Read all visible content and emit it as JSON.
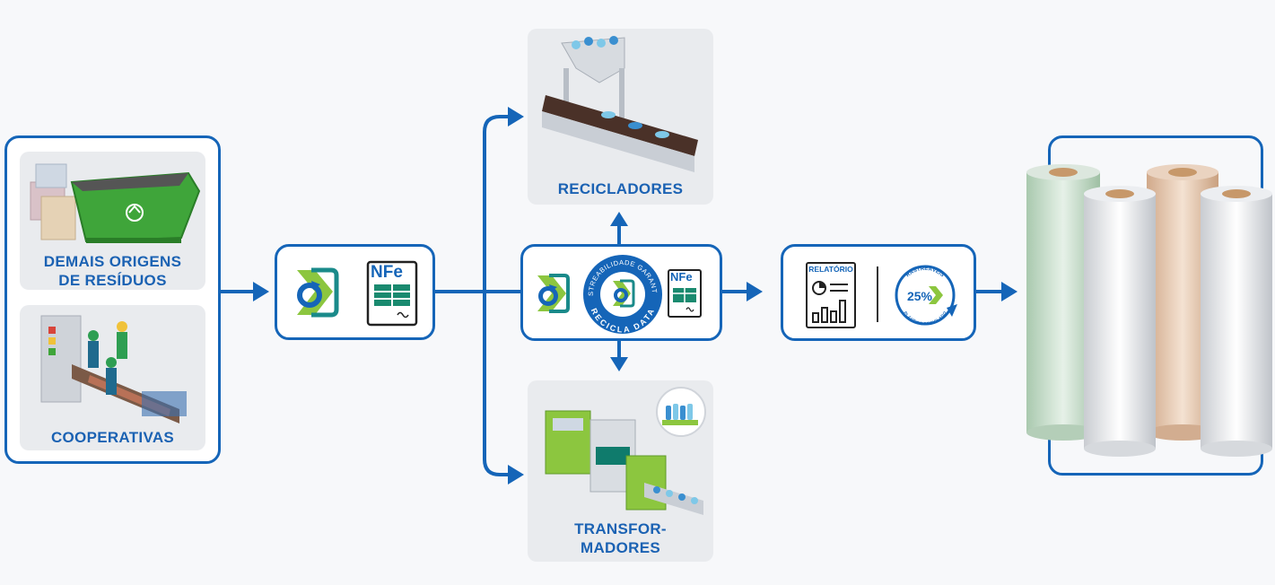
{
  "sources": {
    "waste_label_line1": "DEMAIS ORIGENS",
    "waste_label_line2": "DE RESÍDUOS",
    "coop_label": "COOPERATIVAS"
  },
  "doc_box": {
    "nfe_text": "NFe"
  },
  "center_box": {
    "nfe_text": "NFe",
    "seal_top_text": "RASTREABILIDADE GARANTIDA",
    "seal_bottom_text": "RECICLA DATA"
  },
  "destinations": {
    "recyclers_label": "RECICLADORES",
    "transformers_label_line1": "TRANSFOR-",
    "transformers_label_line2": "MADORES"
  },
  "report_box": {
    "report_text": "RELATÓRIO",
    "badge_percent": "25%",
    "badge_top_text": "RASTREÁVEIS",
    "badge_bottom_text": "PLÁSTICO RECICLADO"
  },
  "colors": {
    "accent": "#1565b8",
    "green": "#8cc63f",
    "teal": "#1a8a8a"
  }
}
